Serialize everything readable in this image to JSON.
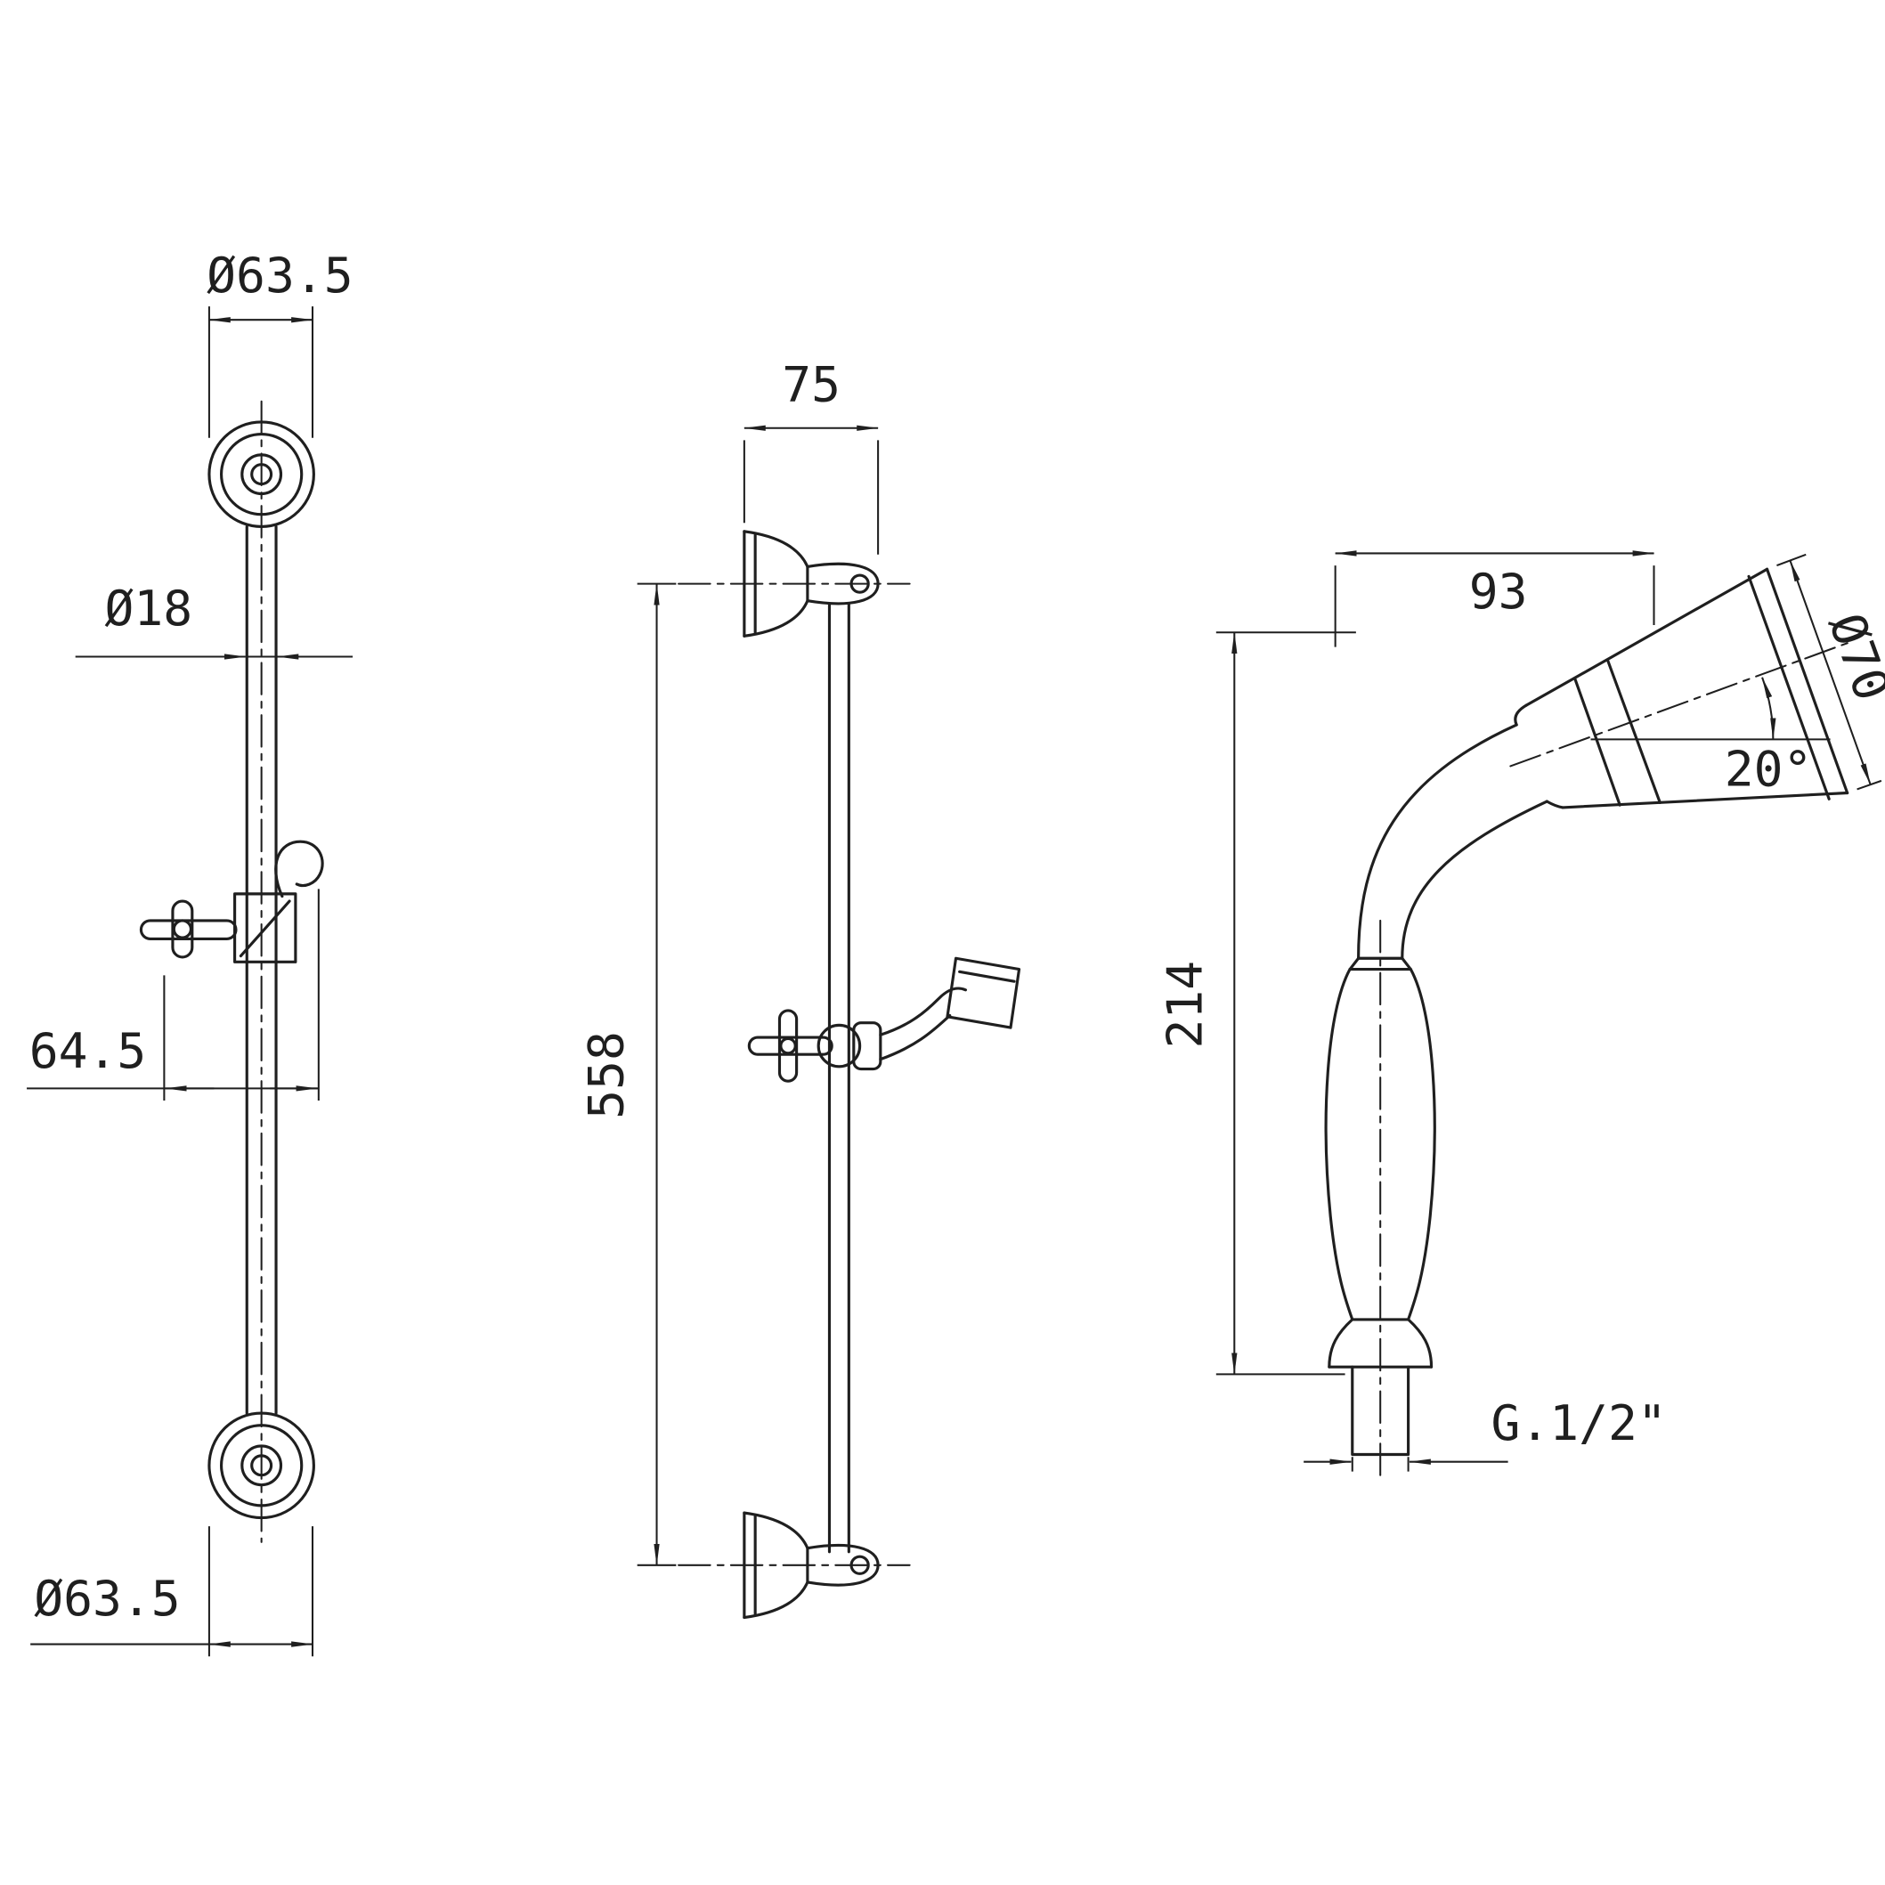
{
  "drawing": {
    "front_view": {
      "dim_top_mount_diameter": "Ø63.5",
      "dim_rail_diameter": "Ø18",
      "dim_slider_width": "64.5",
      "dim_bottom_mount_diameter": "Ø63.5"
    },
    "side_view": {
      "dim_bracket_depth": "75",
      "dim_rail_length": "558"
    },
    "handset_view": {
      "dim_head_length": "93",
      "dim_head_diameter": "Ø70",
      "dim_spray_angle": "20°",
      "dim_handset_height": "214",
      "dim_connection_thread": "G.1/2\""
    }
  },
  "colors": {
    "line": "#1f1f1f",
    "background": "#ffffff"
  }
}
